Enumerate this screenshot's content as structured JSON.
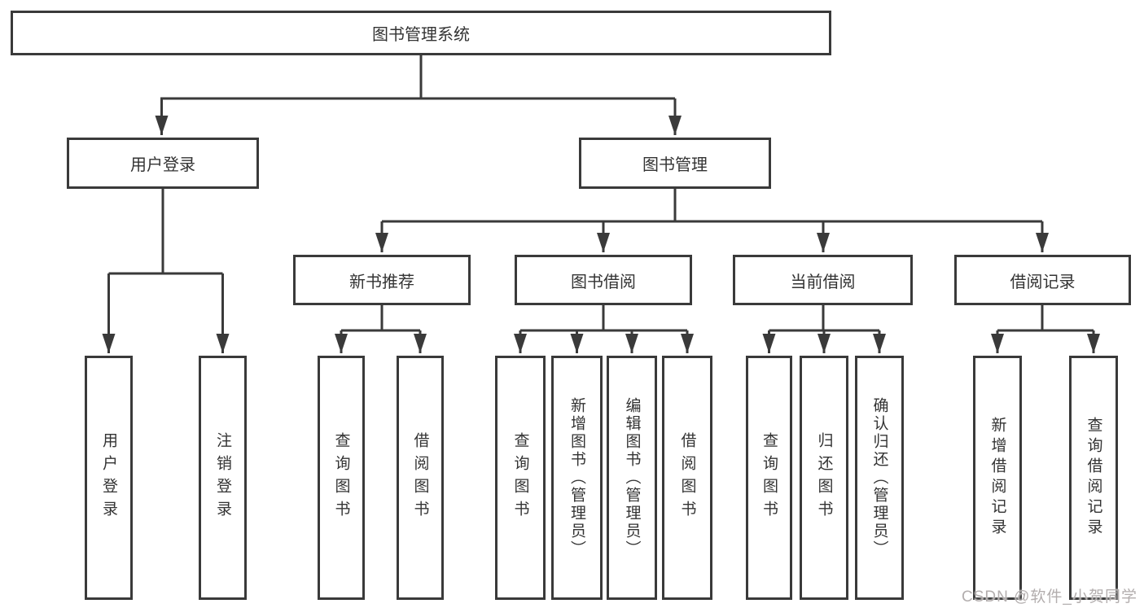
{
  "diagram": {
    "title": "图书管理系统",
    "root": {
      "label": "图书管理系统"
    },
    "level2": [
      {
        "id": "user-login",
        "label": "用户登录"
      },
      {
        "id": "book-mgmt",
        "label": "图书管理"
      }
    ],
    "level3": [
      {
        "id": "new-book-rec",
        "label": "新书推荐"
      },
      {
        "id": "book-borrow",
        "label": "图书借阅"
      },
      {
        "id": "current-borrow",
        "label": "当前借阅"
      },
      {
        "id": "borrow-records",
        "label": "借阅记录"
      }
    ],
    "leaves": [
      {
        "id": "leaf-user-login",
        "parent": "user-login",
        "label": "用户登录"
      },
      {
        "id": "leaf-logout",
        "parent": "user-login",
        "label": "注销登录"
      },
      {
        "id": "leaf-query-book-1",
        "parent": "new-book-rec",
        "label": "查询图书"
      },
      {
        "id": "leaf-borrow-book-1",
        "parent": "new-book-rec",
        "label": "借阅图书"
      },
      {
        "id": "leaf-query-book-2",
        "parent": "book-borrow",
        "label": "查询图书"
      },
      {
        "id": "leaf-add-book",
        "parent": "book-borrow",
        "label": "新增图书（管理员）"
      },
      {
        "id": "leaf-edit-book",
        "parent": "book-borrow",
        "label": "编辑图书（管理员）"
      },
      {
        "id": "leaf-borrow-book-2",
        "parent": "book-borrow",
        "label": "借阅图书"
      },
      {
        "id": "leaf-query-book-3",
        "parent": "current-borrow",
        "label": "查询图书"
      },
      {
        "id": "leaf-return-book",
        "parent": "current-borrow",
        "label": "归还图书"
      },
      {
        "id": "leaf-confirm-return",
        "parent": "current-borrow",
        "label": "确认归还（管理员）"
      },
      {
        "id": "leaf-add-record",
        "parent": "borrow-records",
        "label": "新增借阅记录"
      },
      {
        "id": "leaf-query-record",
        "parent": "borrow-records",
        "label": "查询借阅记录"
      }
    ],
    "colors": {
      "line": "#3a3a3a",
      "text": "#333333",
      "watermark": "#b3aeae"
    },
    "watermark": "CSDN @软件_小贺同学"
  }
}
